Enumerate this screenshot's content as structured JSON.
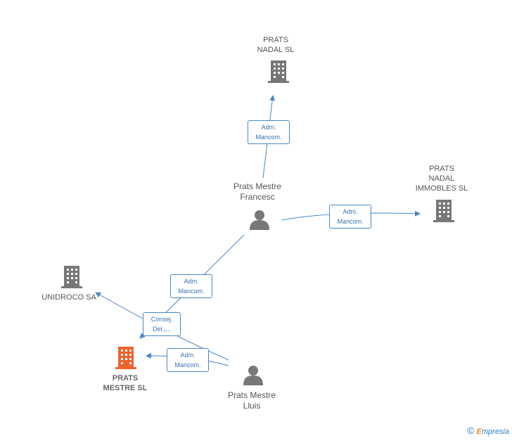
{
  "companies": {
    "prats_nadal_sl": {
      "lines": [
        "PRATS",
        "NADAL SL"
      ]
    },
    "prats_nadal_immobles_sl": {
      "lines": [
        "PRATS",
        "NADAL",
        "IMMOBLES SL"
      ]
    },
    "unidroco_sa": {
      "lines": [
        "UNIDROCO SA"
      ]
    },
    "prats_mestre_sl": {
      "lines": [
        "PRATS",
        "MESTRE SL"
      ]
    }
  },
  "persons": {
    "prats_mestre_francesc": {
      "lines": [
        "Prats Mestre",
        "Francesc"
      ]
    },
    "prats_mestre_lluis": {
      "lines": [
        "Prats Mestre",
        "Lluis"
      ]
    }
  },
  "relations": {
    "francesc_to_nadal_sl": {
      "lines": [
        "Adm.",
        "Mancom."
      ]
    },
    "francesc_to_immobles": {
      "lines": [
        "Adm.",
        "Mancom."
      ]
    },
    "francesc_to_mestre_sl": {
      "lines": [
        "Adm.",
        "Mancom."
      ]
    },
    "lluis_to_unidroco": {
      "lines": [
        "Consej.",
        "Del.,..."
      ]
    },
    "lluis_to_mestre_sl": {
      "lines": [
        "Adm.",
        "Mancom."
      ]
    }
  },
  "colors": {
    "company_icon": "#777777",
    "focus_company_icon": "#f0622d",
    "person_icon": "#777777",
    "edge": "#4a86c8"
  },
  "footer": {
    "copyright_symbol": "©",
    "brand_initial": "E",
    "brand_rest": "mpresia"
  }
}
